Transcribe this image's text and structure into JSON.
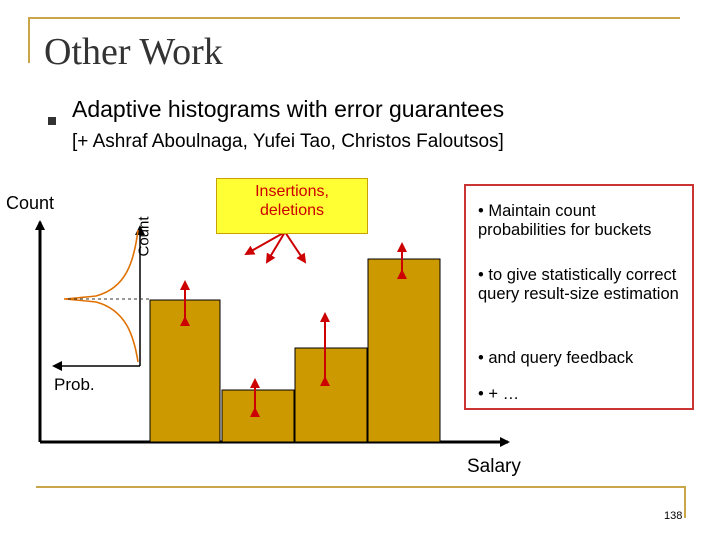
{
  "slide": {
    "title": "Other Work",
    "bullet": "Adaptive histograms with error guarantees",
    "sub": "[+ Ashraf Aboulnaga, Yufei Tao, Christos Faloutsos]",
    "page_number": "138"
  },
  "diagram": {
    "left_count_label": "Count",
    "rotated_count_label": "Count",
    "prob_label": "Prob.",
    "salary_label": "Salary",
    "callout": [
      "Insertions,",
      "deletions"
    ]
  },
  "notes": [
    "• Maintain count probabilities for buckets",
    "• to give statistically correct query result-size estimation",
    "• and query feedback",
    "• + …"
  ],
  "colors": {
    "bucket_fill": "#cc9900",
    "arrow": "#cc0000",
    "accent_rule": "#c9a64a",
    "callout_fill": "#ffff33",
    "notes_border": "#cc3333"
  }
}
